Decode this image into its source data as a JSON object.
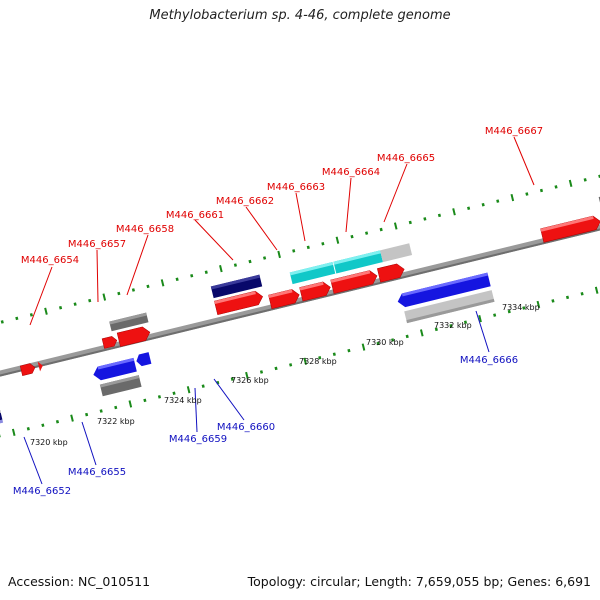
{
  "title": "Methylobacterium sp. 4-46, complete genome",
  "footer": {
    "accession": "Accession: NC_010511",
    "summary": "Topology: circular; Length: 7,659,055 bp; Genes: 6,691"
  },
  "ticks": [
    "7320 kbp",
    "7322 kbp",
    "7324 kbp",
    "7326 kbp",
    "7328 kbp",
    "7330 kbp",
    "7332 kbp",
    "7334 kbp"
  ],
  "genes": [
    {
      "id": "M446_6652",
      "strand": "minus"
    },
    {
      "id": "M446_6654",
      "strand": "plus"
    },
    {
      "id": "M446_6655",
      "strand": "minus"
    },
    {
      "id": "M446_6657",
      "strand": "plus"
    },
    {
      "id": "M446_6658",
      "strand": "plus"
    },
    {
      "id": "M446_6659",
      "strand": "minus"
    },
    {
      "id": "M446_6660",
      "strand": "minus"
    },
    {
      "id": "M446_6661",
      "strand": "plus"
    },
    {
      "id": "M446_6662",
      "strand": "plus"
    },
    {
      "id": "M446_6663",
      "strand": "plus"
    },
    {
      "id": "M446_6664",
      "strand": "plus"
    },
    {
      "id": "M446_6665",
      "strand": "plus"
    },
    {
      "id": "M446_6666",
      "strand": "minus"
    },
    {
      "id": "M446_6667",
      "strand": "plus"
    }
  ],
  "colors": {
    "plus_label": "#e00000",
    "minus_label": "#1010c0",
    "red": "#ee1111",
    "blue": "#1515e0",
    "navy": "#08086a",
    "cyan": "#10c8c8",
    "gray": "#6a6a6a",
    "lightgray": "#c4c4c4",
    "backbone": "#8a8a8a",
    "dots": "#1a8a1a"
  }
}
